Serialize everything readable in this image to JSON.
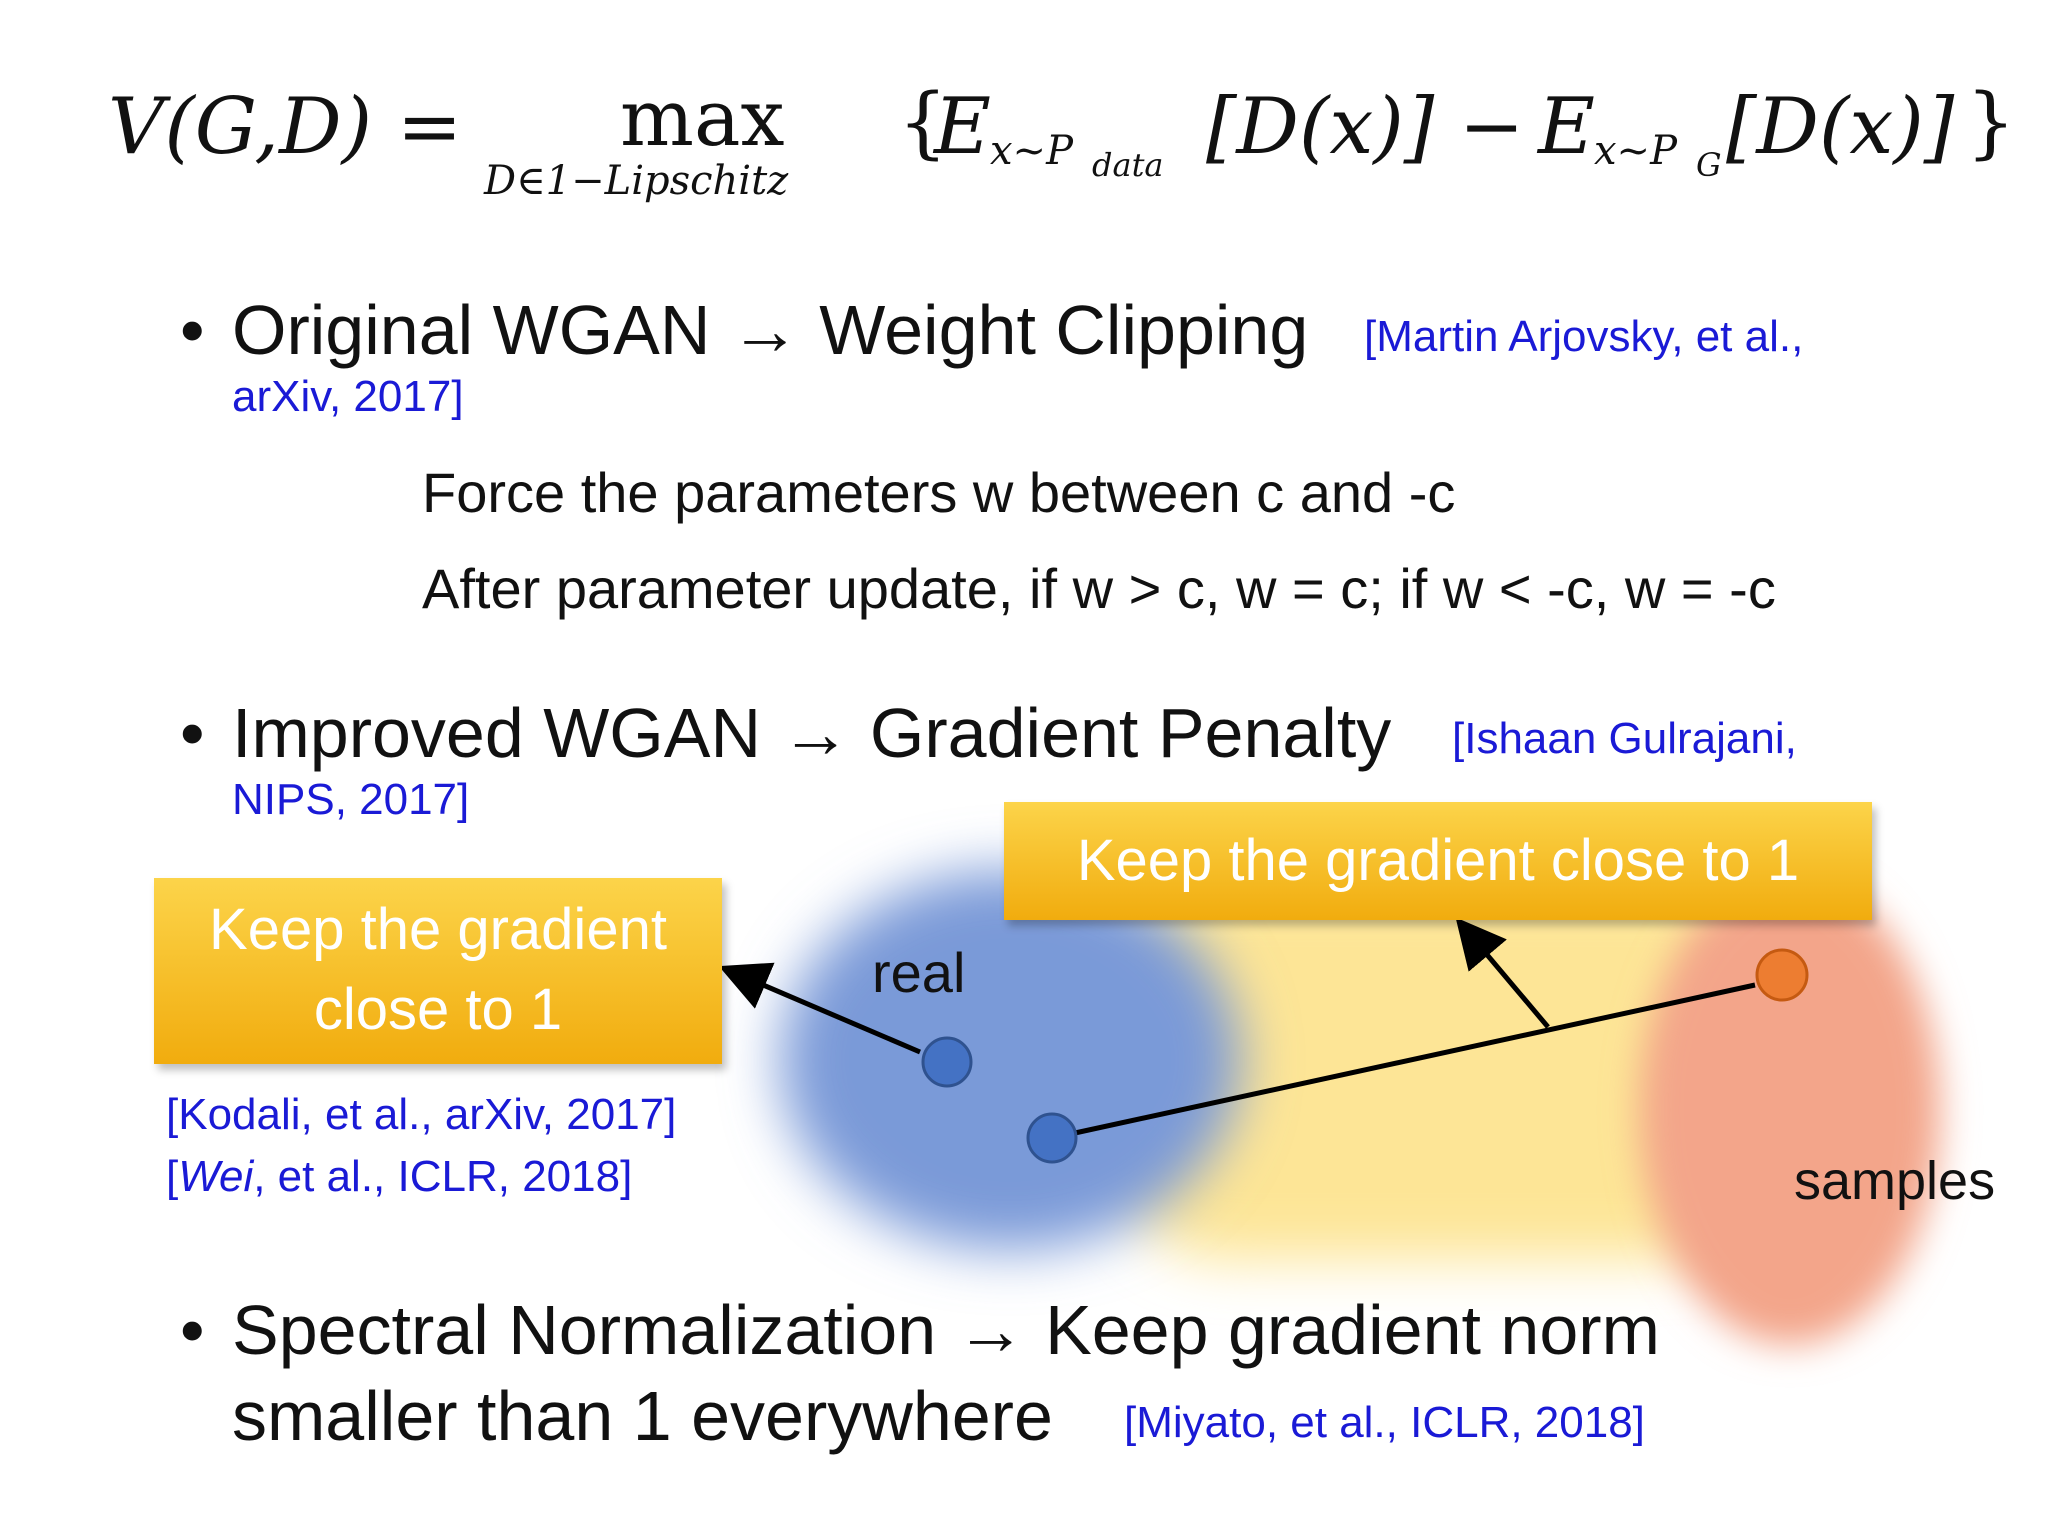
{
  "formula": {
    "lhs": "V(G,D) =",
    "max": "max",
    "constraint": "D∈1−Lipschitz",
    "brace_open": "{",
    "e1": "E",
    "e1_sub": "x~P",
    "e1_subsub": "data",
    "d1": "[D(x)] −",
    "e2": "E",
    "e2_sub": "x~P",
    "e2_subsub": "G",
    "d2": "[D(x)]",
    "brace_close": "}"
  },
  "bullets": [
    {
      "marker": "•",
      "text": "Original WGAN → Weight Clipping",
      "cite_a": "[Martin Arjovsky, et al.,",
      "cite_b": "arXiv, 2017]",
      "details": [
        "Force the parameters w between c and -c",
        "After parameter update, if w > c, w = c; if w < -c, w = -c"
      ]
    },
    {
      "marker": "•",
      "text": "Improved WGAN → Gradient Penalty",
      "cite_a": "[Ishaan Gulrajani,",
      "cite_b": "NIPS, 2017]"
    },
    {
      "marker": "•",
      "text_a": "Spectral Normalization → Keep gradient norm",
      "text_b": "smaller than 1 everywhere",
      "cite": "[Miyato, et al., ICLR, 2018]"
    }
  ],
  "callouts": {
    "left_line1": "Keep the gradient",
    "left_line2": "close to 1",
    "top": "Keep the gradient close to 1"
  },
  "refs": {
    "kodali": "[Kodali, et al., arXiv, 2017]",
    "wei_name": "Wei",
    "wei_open": "[",
    "wei_rest": ", et al., ICLR, 2018]"
  },
  "labels": {
    "real": "real",
    "samples": "samples"
  },
  "colors": {
    "citation": "#1a1ad6",
    "real_blob": "#7a9ad8",
    "between_blob": "#fde596",
    "samples_blob": "#f3a58a",
    "real_point": "#4472c4",
    "sample_point": "#ed7d31",
    "callout_top": "#fcd44a",
    "callout_bottom": "#f1ac0e"
  }
}
